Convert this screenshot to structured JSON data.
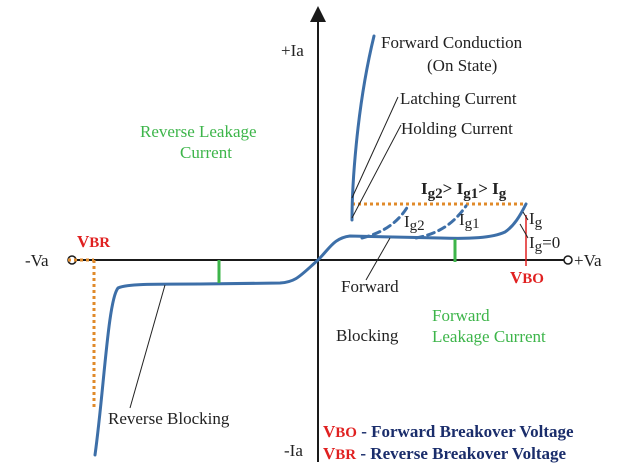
{
  "colors": {
    "curve": "#3d6fa8",
    "axis": "#1a1a1a",
    "leader": "#222222",
    "green": "#3db54a",
    "orange": "#e08a2a",
    "red": "#e02020",
    "navy": "#1a2d6b"
  },
  "axes": {
    "pos_y": "+Ia",
    "neg_y": "-Ia",
    "pos_x": "+Va",
    "neg_x": "-Va"
  },
  "labels": {
    "forward_conduction_1": "Forward Conduction",
    "forward_conduction_2": "(On State)",
    "latching_current": "Latching Current",
    "holding_current": "Holding Current",
    "reverse_leakage_1": "Reverse Leakage",
    "reverse_leakage_2": "Current",
    "forward_blocking_1": "Forward",
    "forward_blocking_2": "Blocking",
    "forward_leakage_1": "Forward",
    "forward_leakage_2": "Leakage Current",
    "reverse_blocking": "Reverse Blocking",
    "vbr_v": "V",
    "vbr_sub": "BR",
    "vbo_v": "V",
    "vbo_sub": "BO"
  },
  "gate": {
    "relation_ig2": "I",
    "relation_ig2_sub": "g2",
    "relation_gt1": ">",
    "relation_ig1": "I",
    "relation_ig1_sub": "g1",
    "relation_gt2": ">",
    "relation_ig": "I",
    "relation_ig_sub": "g",
    "curve_ig2": "I",
    "curve_ig2_sub": "g2",
    "curve_ig1": "I",
    "curve_ig1_sub": "g1",
    "curve_ig": "I",
    "curve_ig_sub": "g",
    "curve_ig0": "I",
    "curve_ig0_sub": "g",
    "curve_ig0_val": "=0"
  },
  "legend": {
    "vbo_v": "V",
    "vbo_sub": "BO",
    "vbo_text": " - Forward Breakover Voltage",
    "vbr_v": "V",
    "vbr_sub": "BR",
    "vbr_text": " - Reverse Breakover Voltage"
  }
}
